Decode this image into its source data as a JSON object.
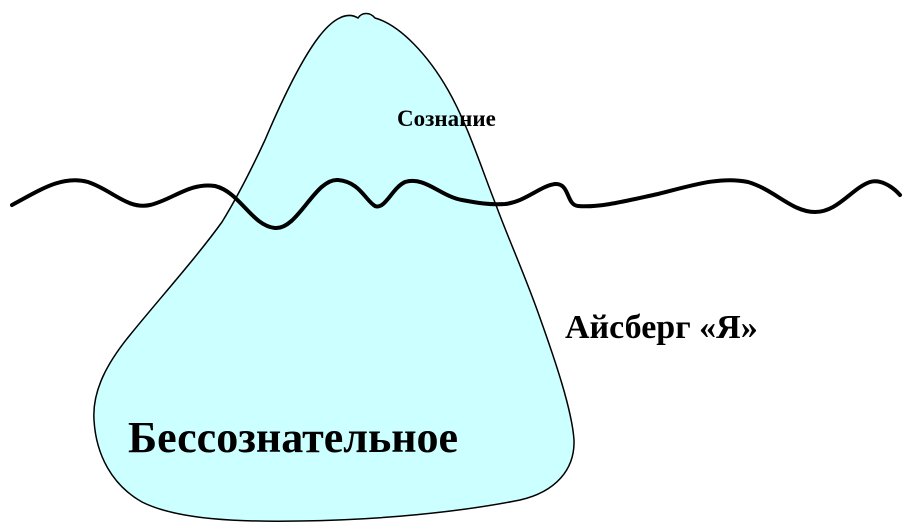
{
  "labels": {
    "conscious": "Сознание",
    "unconscious": "Бессознательное",
    "title": "Айсберг «Я»"
  },
  "colors": {
    "iceberg_fill": "#ccffff",
    "stroke": "#000000",
    "background": "#ffffff"
  }
}
